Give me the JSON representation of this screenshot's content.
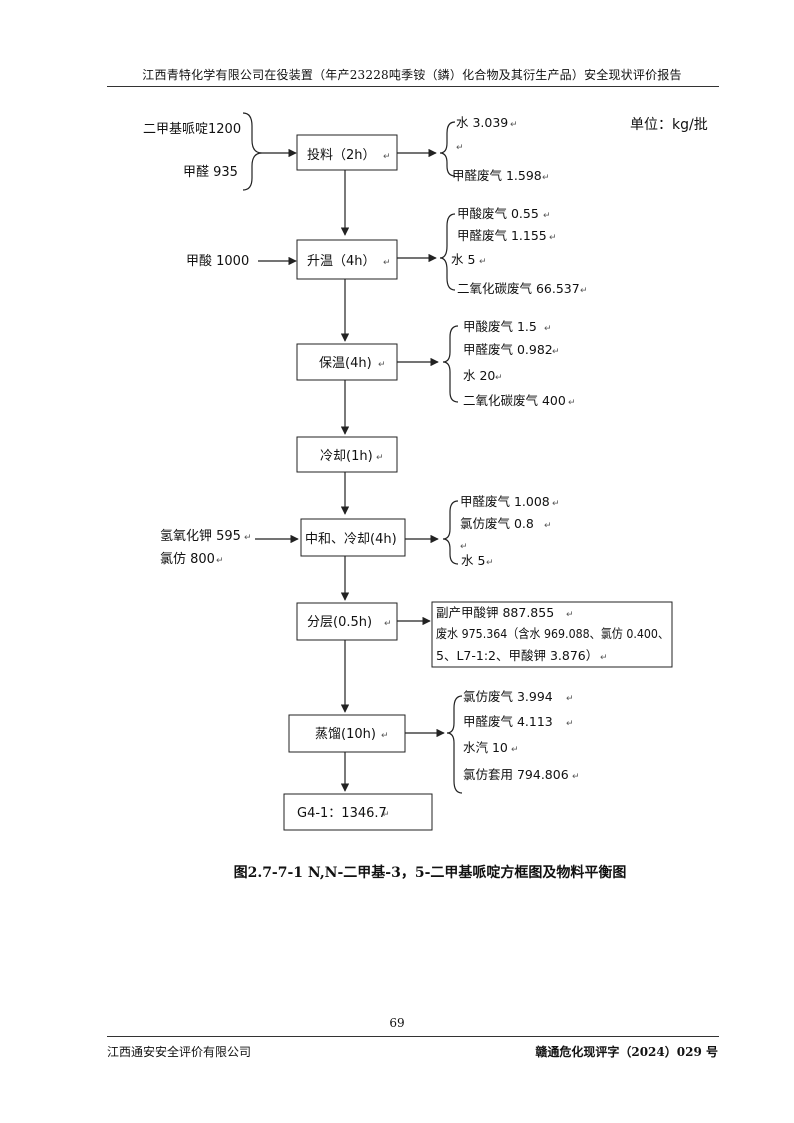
{
  "header": {
    "title": "江西青特化学有限公司在役装置（年产23228吨季铵（鏻）化合物及其衍生产品）安全现状评价报告"
  },
  "unit_label": "单位：kg/批",
  "marks": {
    "return": "↵"
  },
  "inputs": {
    "step1_a": "二甲基哌啶1200",
    "step1_b": "甲醛 935",
    "step2": "甲酸 1000",
    "step5_a": "氢氧化钾 595",
    "step5_b": "氯仿 800"
  },
  "steps": {
    "s1": "投料（2h）",
    "s2": "升温（4h）",
    "s3": "保温(4h)",
    "s4": "冷却(1h)",
    "s5": "中和、冷却(4h)",
    "s6": "分层(0.5h)",
    "s7": "蒸馏(10h)",
    "s8": "G4-1：1346.7"
  },
  "outputs": {
    "s1": [
      "水 3.039",
      "甲醛废气 1.598"
    ],
    "s2": [
      "甲酸废气 0.55",
      "甲醛废气 1.155",
      "水 5",
      "二氧化碳废气 66.537"
    ],
    "s3": [
      "甲酸废气 1.5",
      "甲醛废气 0.982",
      "水 20",
      "二氧化碳废气 400"
    ],
    "s5": [
      "甲醛废气 1.008",
      "氯仿废气 0.8",
      "水 5"
    ],
    "s6": [
      "副产甲酸钾 887.855",
      "废水 975.364（含水 969.088、氯仿 0.400、",
      "5、L7-1:2、甲酸钾 3.876）"
    ],
    "s7": [
      "氯仿废气 3.994",
      "甲醛废气 4.113",
      "水汽 10",
      "氯仿套用 794.806"
    ]
  },
  "caption": "图2.7-7-1 N,N-二甲基-3，5-二甲基哌啶方框图及物料平衡图",
  "footer": {
    "page_number": "69",
    "company": "江西通安安全评价有限公司",
    "report_no": "赣通危化现评字（2024）029 号"
  }
}
